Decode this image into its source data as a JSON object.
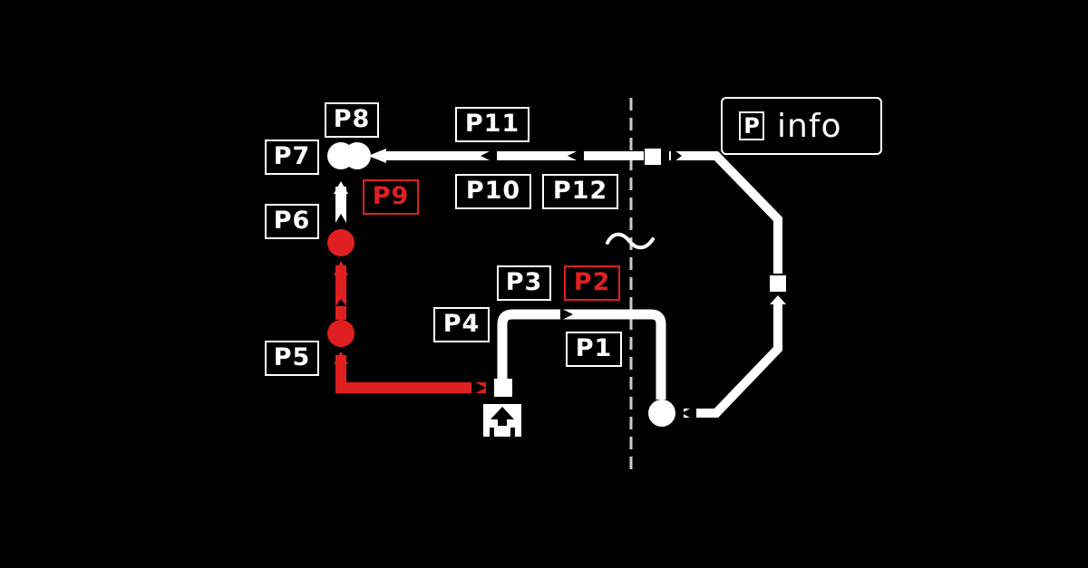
{
  "colors": {
    "background": "#000000",
    "pipe": "#ffffff",
    "active": "#e02020"
  },
  "labels": {
    "p1": "P1",
    "p2": "P2",
    "p3": "P3",
    "p4": "P4",
    "p5": "P5",
    "p6": "P6",
    "p7": "P7",
    "p8": "P8",
    "p9": "P9",
    "p10": "P10",
    "p11": "P11",
    "p12": "P12"
  },
  "active_labels": [
    "P2",
    "P9"
  ],
  "info": {
    "badge": "P",
    "text": "info"
  },
  "icons": [
    "tilde-icon",
    "pump-icon",
    "boundary-dashed-line"
  ]
}
